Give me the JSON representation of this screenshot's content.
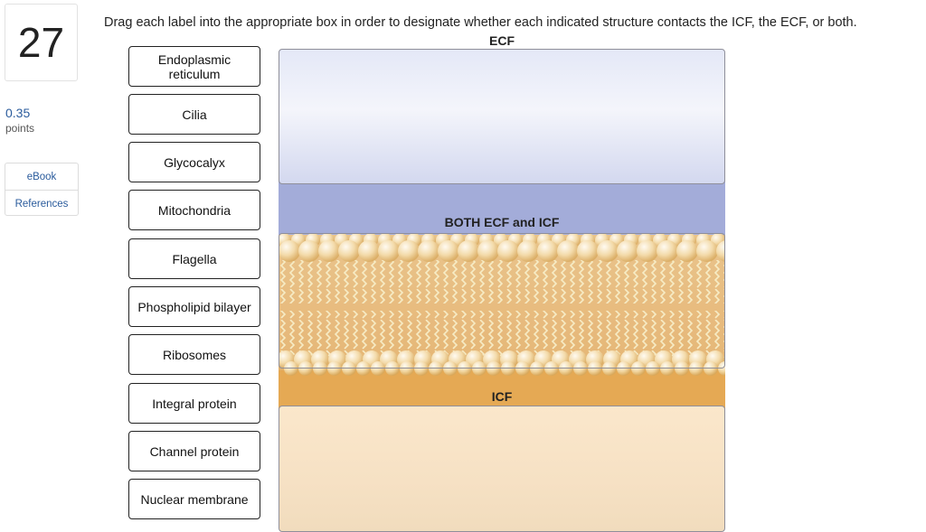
{
  "question": {
    "number": "27",
    "points_value": "0.35",
    "points_label": "points",
    "instructions": "Drag each label into the appropriate box in order to designate whether each indicated structure contacts the ICF, the ECF, or both."
  },
  "sidebar": {
    "links": [
      {
        "label": "eBook"
      },
      {
        "label": "References"
      }
    ]
  },
  "labels": [
    {
      "text": "Endoplasmic reticulum"
    },
    {
      "text": "Cilia"
    },
    {
      "text": "Glycocalyx"
    },
    {
      "text": "Mitochondria"
    },
    {
      "text": "Flagella"
    },
    {
      "text": "Phospholipid bilayer"
    },
    {
      "text": "Ribosomes"
    },
    {
      "text": "Integral protein"
    },
    {
      "text": "Channel protein"
    },
    {
      "text": "Nuclear membrane"
    }
  ],
  "zones": {
    "ecf": "ECF",
    "both": "BOTH ECF and ICF",
    "icf": "ICF"
  },
  "colors": {
    "ecf_band": "#a3acd9",
    "icf_band": "#e5a954",
    "link": "#2a5b9c"
  }
}
